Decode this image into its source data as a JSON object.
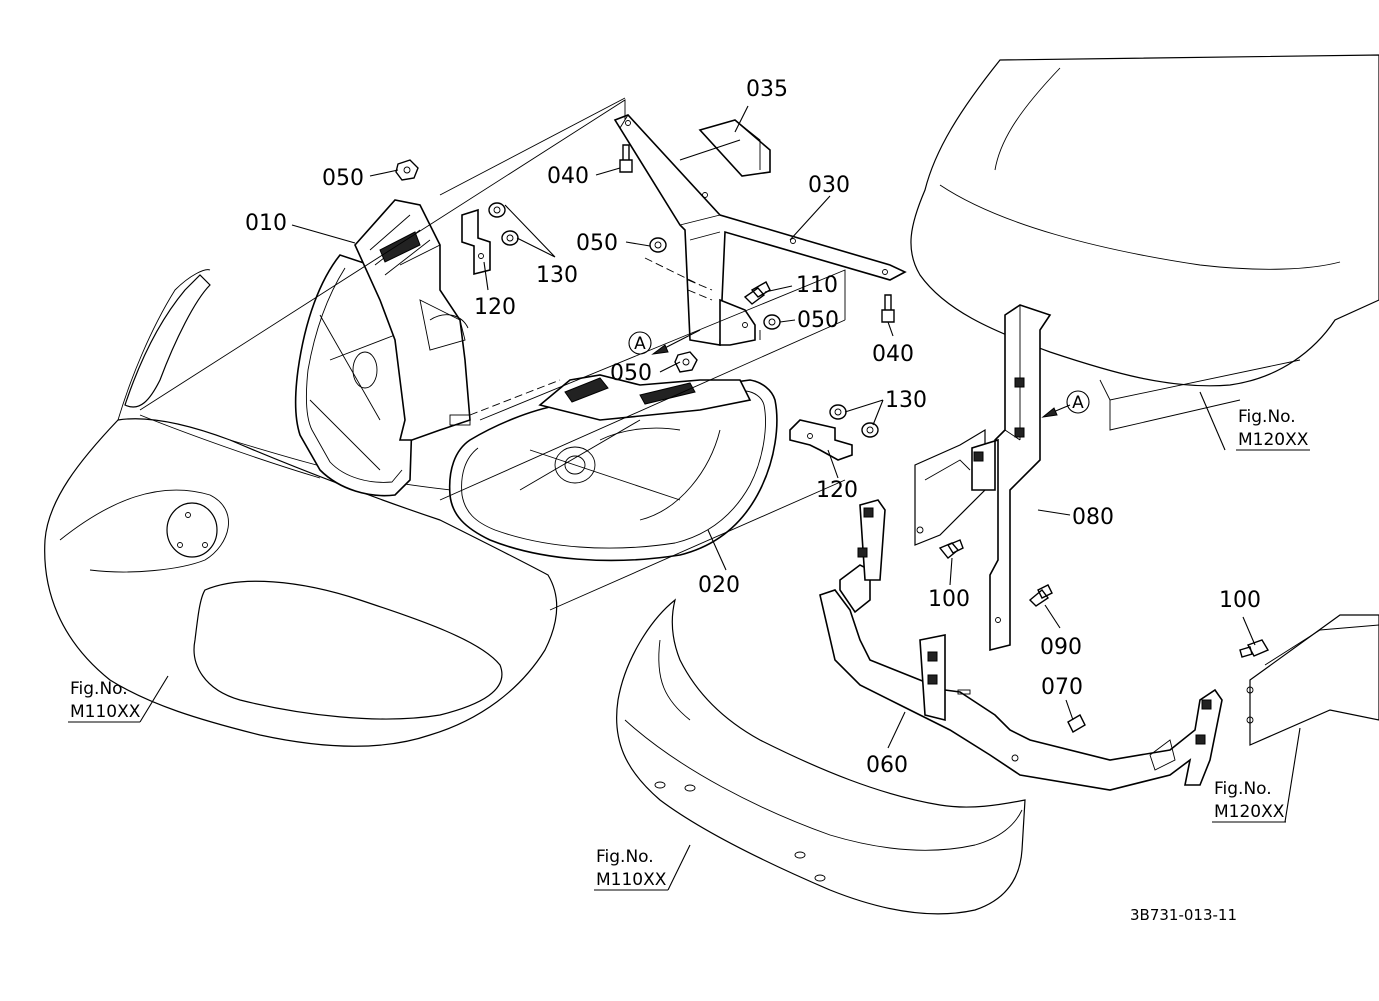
{
  "labels": {
    "p035": "035",
    "p040a": "040",
    "p030": "030",
    "p050a": "050",
    "p010": "010",
    "p050b": "050",
    "p130a": "130",
    "p120a": "120",
    "p110": "110",
    "p050c": "050",
    "p040b": "040",
    "p050d": "050",
    "p130b": "130",
    "p120b": "120",
    "p080": "080",
    "p020": "020",
    "p100a": "100",
    "p090": "090",
    "p100b": "100",
    "p070": "070",
    "p060": "060",
    "callout_a1": "A",
    "callout_a2": "A"
  },
  "figure_refs": {
    "left_line1": "Fig.No.",
    "left_line2": "M110XX",
    "bottom_line1": "Fig.No.",
    "bottom_line2": "M110XX",
    "top_right_line1": "Fig.No.",
    "top_right_line2": "M120XX",
    "bottom_right_line1": "Fig.No.",
    "bottom_right_line2": "M120XX"
  },
  "drawing_code": "3B731-013-11"
}
